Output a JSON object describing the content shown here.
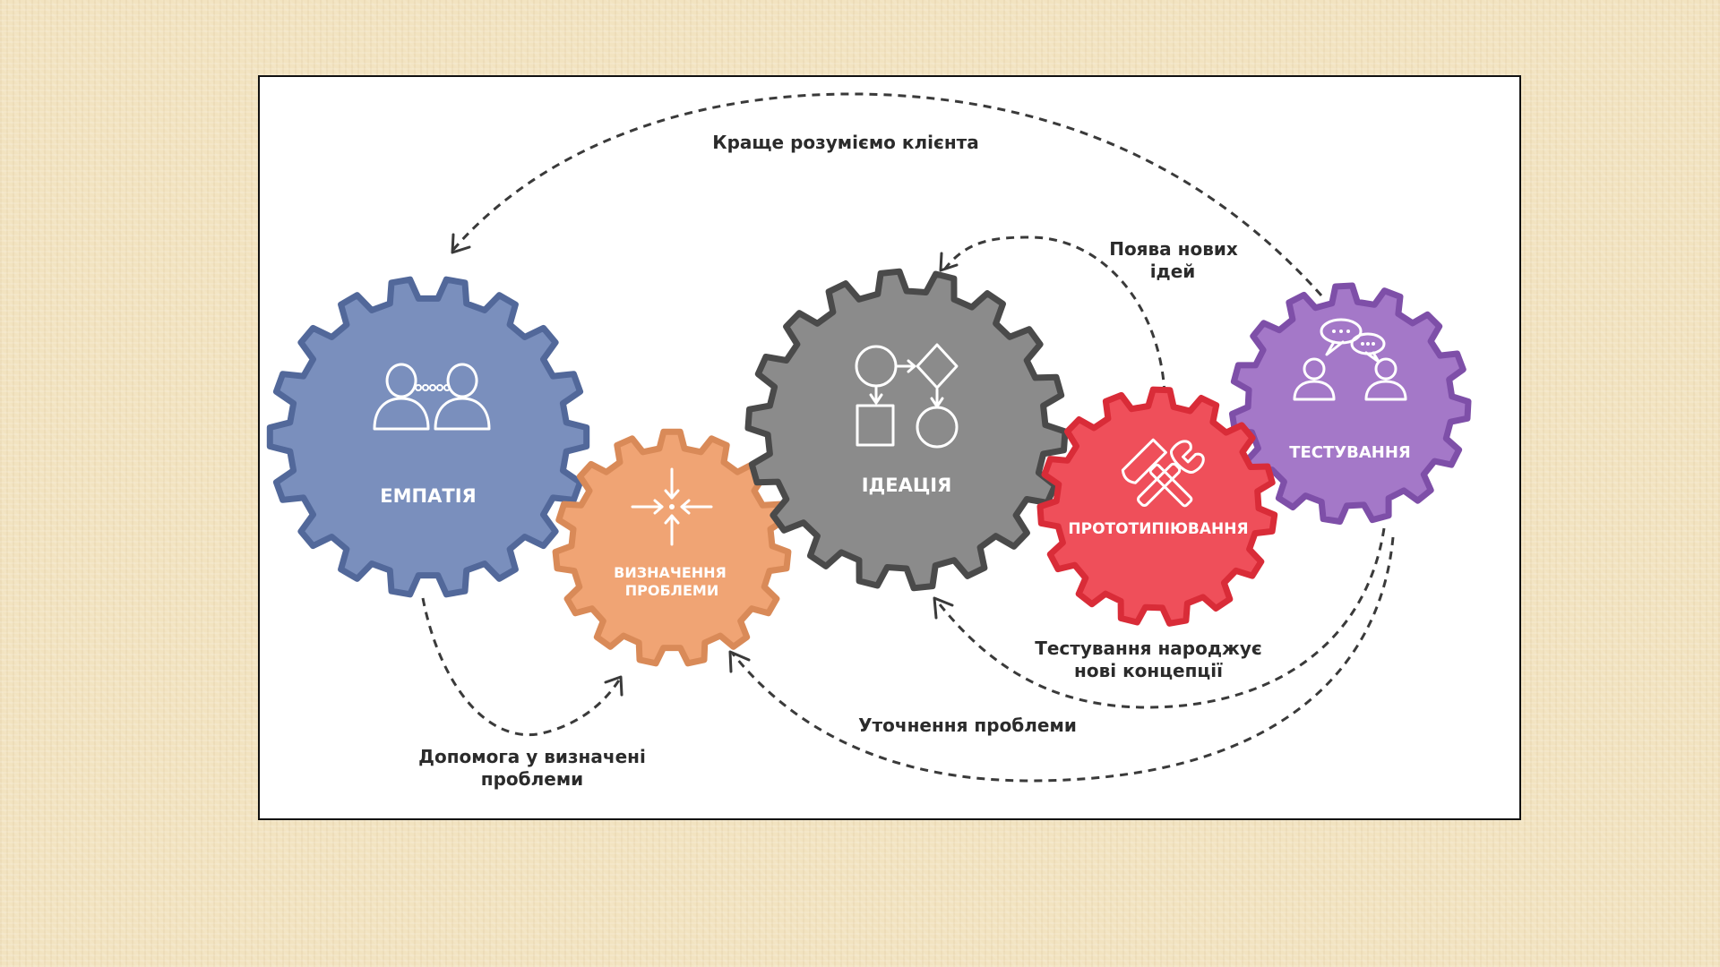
{
  "stages": {
    "empathy": {
      "label": "ЕМПАТІЯ",
      "color": "#7a8fbd",
      "border": "#52689a"
    },
    "define": {
      "label_line1": "ВИЗНАЧЕННЯ",
      "label_line2": "ПРОБЛЕМИ",
      "color": "#f0a474",
      "border": "#d98a58"
    },
    "ideate": {
      "label": "ІДЕАЦІЯ",
      "color": "#8b8b8b",
      "border": "#4a4a4a"
    },
    "prototype": {
      "label": "ПРОТОТИПІЮВАННЯ",
      "color": "#ef4f5a",
      "border": "#d92c38"
    },
    "test": {
      "label": "ТЕСТУВАННЯ",
      "color": "#a478c8",
      "border": "#7e4fa8"
    }
  },
  "annotations": {
    "understand_client": "Краще розуміємо клієнта",
    "new_ideas_line1": "Поява нових",
    "new_ideas_line2": "ідей",
    "testing_concepts_line1": "Тестування народжує",
    "testing_concepts_line2": "нові концепції",
    "refine_problem": "Уточнення проблеми",
    "help_define_line1": "Допомога у визначені",
    "help_define_line2": "проблеми"
  },
  "icons": {
    "empathy": "two-people-connected-icon",
    "define": "converging-arrows-icon",
    "ideate": "flowchart-shapes-icon",
    "prototype": "hammer-wrench-icon",
    "test": "people-speech-bubbles-icon"
  }
}
